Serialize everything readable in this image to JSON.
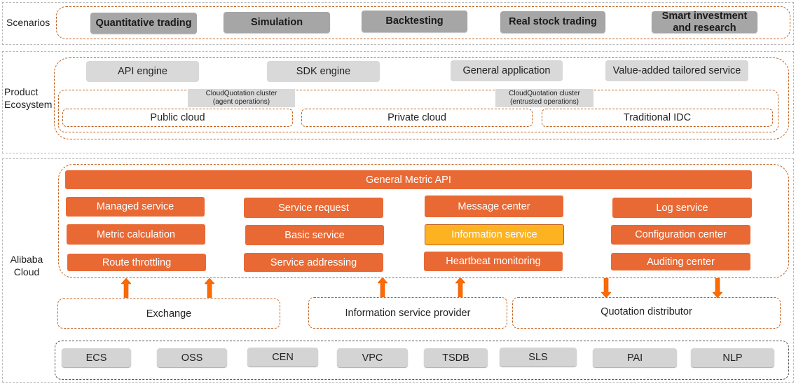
{
  "layers": {
    "scenarios": {
      "label": "Scenarios",
      "items": [
        "Quantitative trading",
        "Simulation",
        "Backtesting",
        "Real stock trading",
        "Smart investment and research"
      ]
    },
    "product_ecosystem": {
      "label": "Product Ecosystem",
      "products": [
        "API engine",
        "SDK engine",
        "General application",
        "Value-added tailored service"
      ],
      "clusters": [
        {
          "title": "CloudQuotation cluster",
          "subtitle": "(agent operations)"
        },
        {
          "title": "CloudQuotation cluster",
          "subtitle": "(entrusted operations)"
        }
      ],
      "deployments": [
        "Public cloud",
        "Private cloud",
        "Traditional IDC"
      ]
    },
    "alibaba_cloud": {
      "label": "Alibaba Cloud",
      "api_bar": "General Metric API",
      "services": [
        [
          "Managed service",
          "Metric calculation",
          "Route throttling"
        ],
        [
          "Service request",
          "Basic service",
          "Service addressing"
        ],
        [
          "Message center",
          "Information service",
          "Heartbeat monitoring"
        ],
        [
          "Log service",
          "Configuration center",
          "Auditing center"
        ]
      ],
      "highlighted_service": "Information service",
      "providers": [
        "Exchange",
        "Information service provider",
        "Quotation distributor"
      ],
      "arrows": [
        {
          "from": "Exchange",
          "direction": "up"
        },
        {
          "from": "Exchange",
          "direction": "up"
        },
        {
          "from": "Information service provider",
          "direction": "up"
        },
        {
          "from": "Information service provider",
          "direction": "up"
        },
        {
          "to": "Quotation distributor",
          "direction": "down"
        },
        {
          "to": "Quotation distributor",
          "direction": "down"
        }
      ],
      "infrastructure": [
        "ECS",
        "OSS",
        "CEN",
        "VPC",
        "TSDB",
        "SLS",
        "PAI",
        "NLP"
      ]
    }
  },
  "colors": {
    "service_orange": "#e96934",
    "highlight_yellow": "#fdb321",
    "arrow_orange": "#ff6a00",
    "group_border": "#c0621f",
    "scenario_gray": "#a6a6a6",
    "product_gray": "#d9d9d9"
  }
}
